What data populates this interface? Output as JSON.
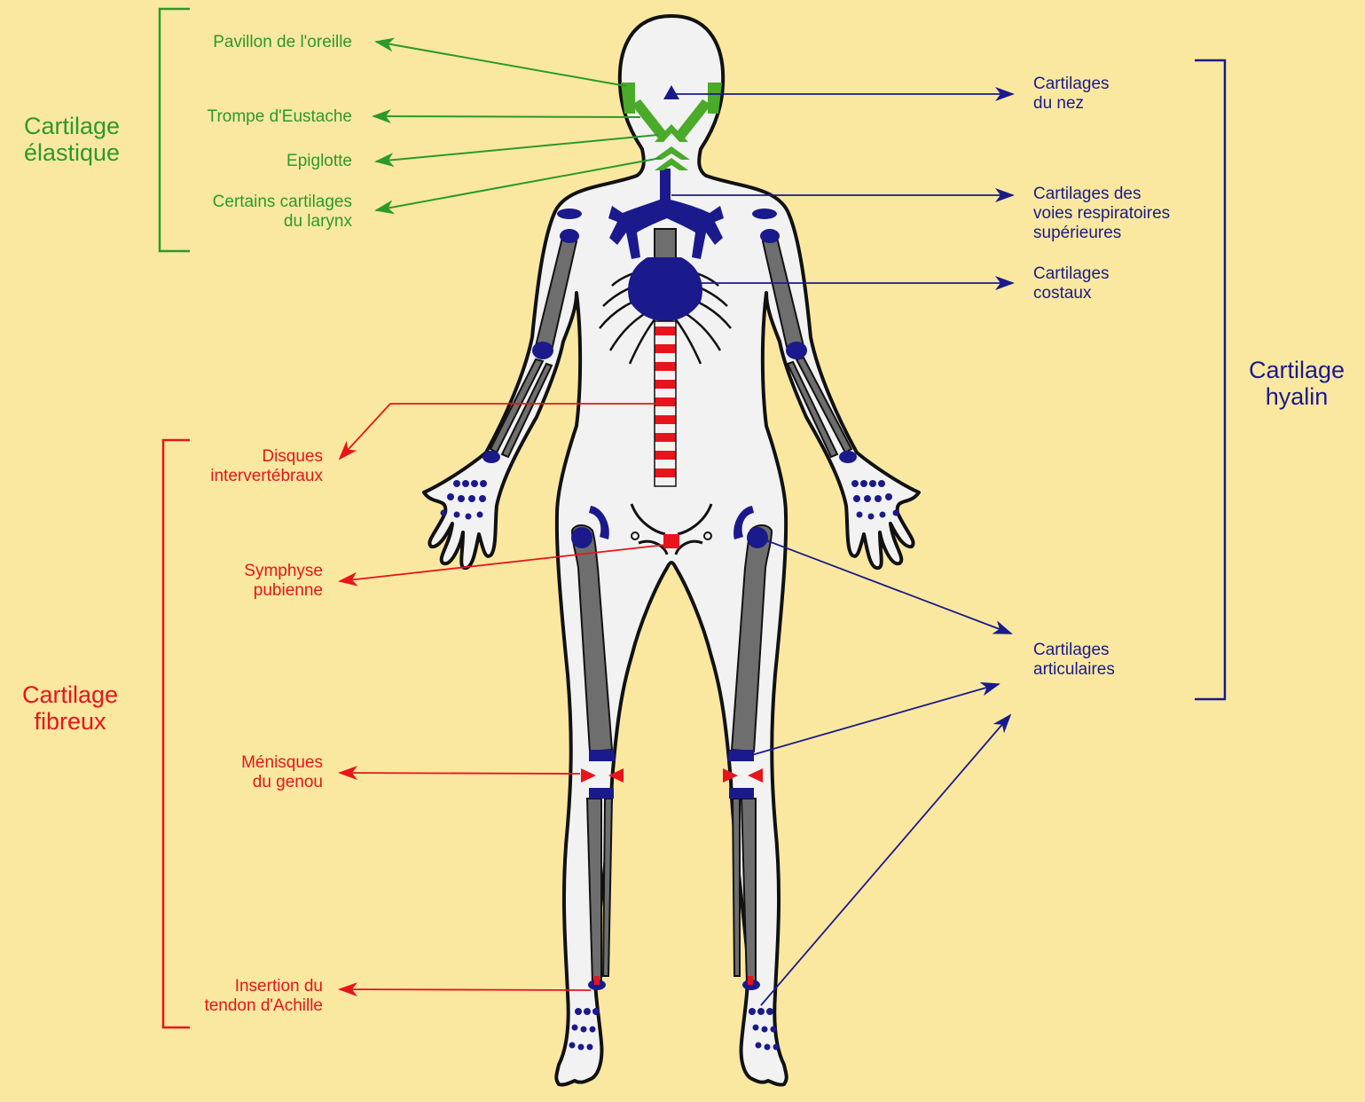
{
  "colors": {
    "background": "#fbe8a0",
    "elastic": "#2a9a2a",
    "hyaline": "#1a1a8c",
    "fibrous": "#e8141c",
    "bone": "#6e6e6e",
    "body": "#f2f2f2"
  },
  "groups": {
    "elastic": "Cartilage\nélastique",
    "hyaline": "Cartilage\nhyalin",
    "fibrous": "Cartilage\nfibreux"
  },
  "labels": {
    "ear": "Pavillon de l'oreille",
    "eustachian": "Trompe d'Eustache",
    "epiglottis": "Epiglotte",
    "larynx": "Certains cartilages\ndu larynx",
    "nose": "Cartilages\ndu nez",
    "airways": "Cartilages des\nvoies respiratoires\nsupérieures",
    "costal": "Cartilages\ncostaux",
    "articular": "Cartilages\narticulaires",
    "discs": "Disques\nintervertébraux",
    "symphysis": "Symphyse\npubienne",
    "menisci": "Ménisques\ndu genou",
    "achilles": "Insertion du\ntendon d'Achille"
  }
}
